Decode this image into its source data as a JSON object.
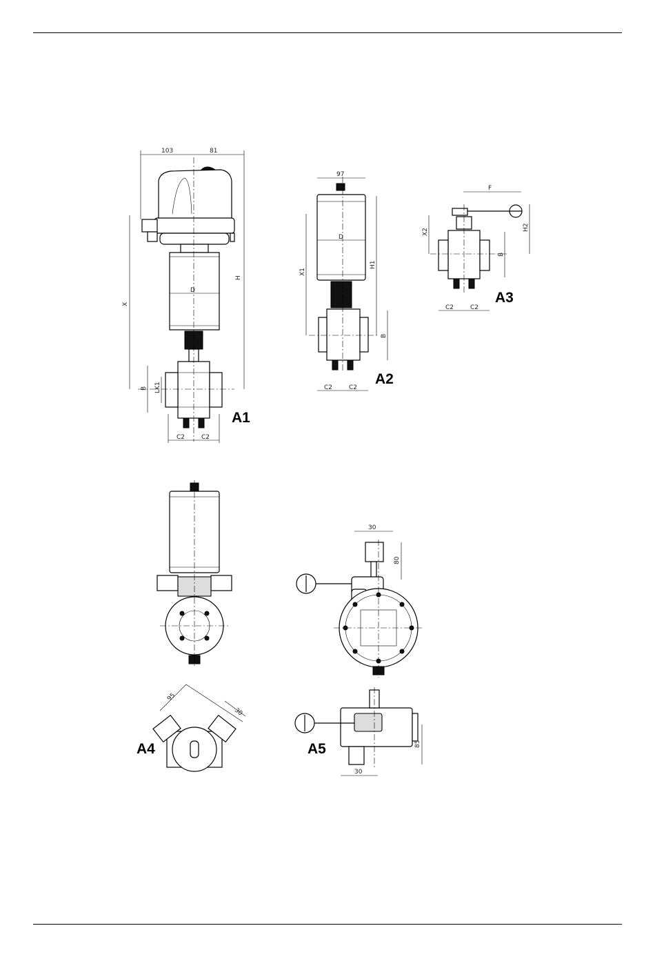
{
  "views": {
    "a1": {
      "label": "A1",
      "dims": {
        "w1": "103",
        "w2": "81",
        "h": "H",
        "x": "X",
        "d": "D",
        "b": "B",
        "lk1": "LK1",
        "c2a": "C2",
        "c2b": "C2"
      }
    },
    "a2": {
      "label": "A2",
      "dims": {
        "w": "97",
        "h1": "H1",
        "x1": "X1",
        "d": "D",
        "b": "B",
        "c2a": "C2",
        "c2b": "C2"
      }
    },
    "a3": {
      "label": "A3",
      "dims": {
        "f": "F",
        "h2": "H2",
        "x2": "X2",
        "b": "B",
        "c2a": "C2",
        "c2b": "C2"
      }
    },
    "a4": {
      "label": "A4",
      "dims": {
        "d95": "95",
        "d30": "30"
      }
    },
    "a5": {
      "label": "A5",
      "dims": {
        "top30": "30",
        "v80": "80",
        "v85": "85",
        "bot30": "30"
      }
    }
  }
}
